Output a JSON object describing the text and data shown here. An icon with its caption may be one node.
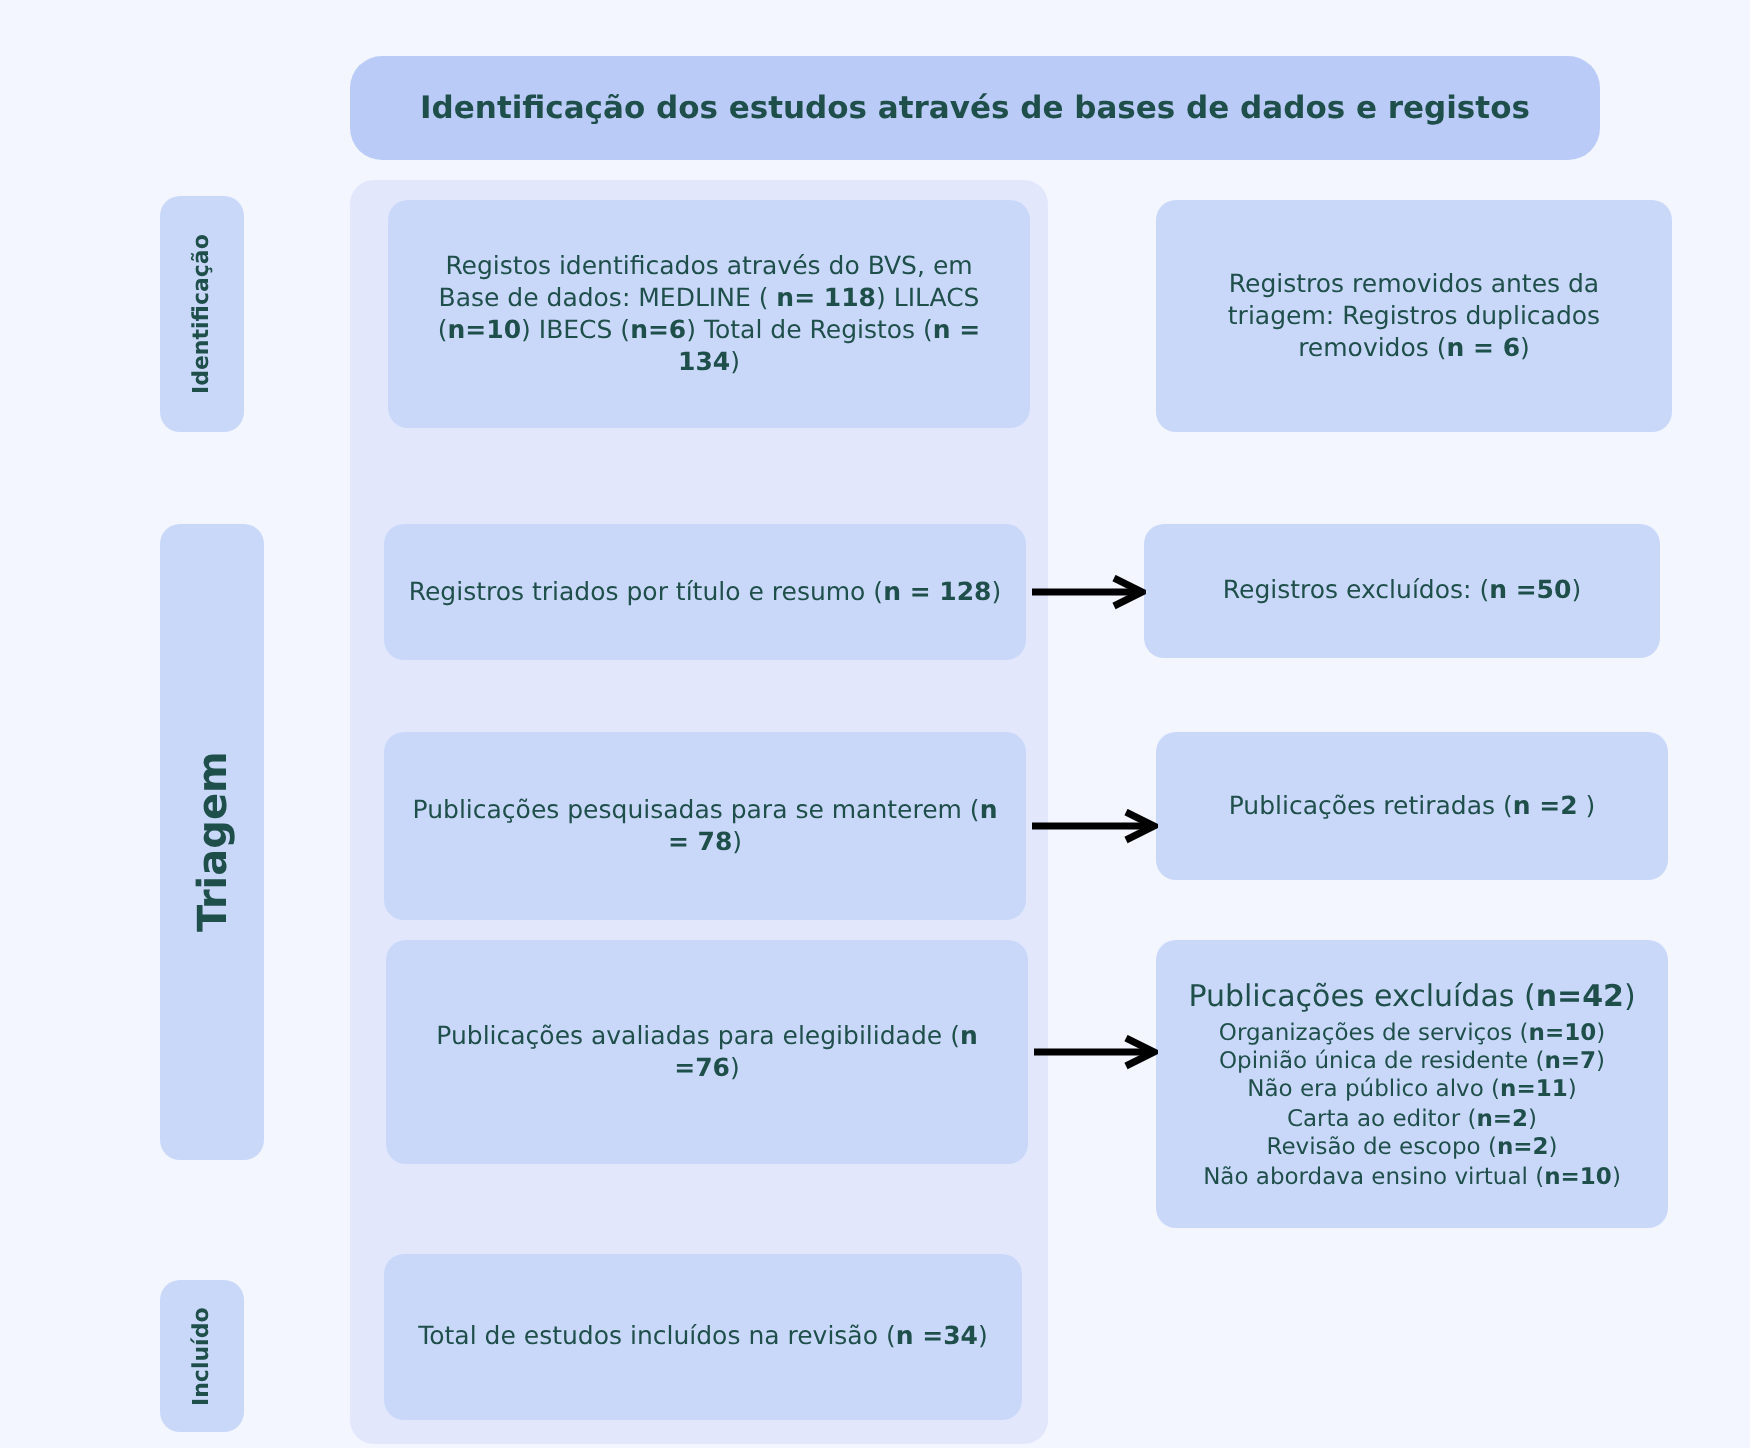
{
  "diagram": {
    "nodes": [
      {
        "text": [
          "Identificação dos estudos através de bases de dados e registos"
        ]
      },
      {
        "text": [
          "Identificação"
        ]
      },
      {
        "text": [],
        "shape": "box"
      },
      {
        "text": [
          "Registos identificados através do BVS, em Base de dados: MEDLINE ( **n= 118**) LILACS (**n=10**) IBECS (**n=6**) Total de Registos (**n = 134**)"
        ],
        "in": 2
      },
      {
        "text": [
          "Registros removidos antes da triagem: Registros duplicados removidos (**n = 6**)"
        ]
      },
      {
        "text": [
          "Triagem"
        ]
      },
      {
        "text": [
          "Registros triados por título e resumo (**n = 128**)"
        ],
        "in": 2
      },
      {
        "text": [
          "Registros excluídos: (**n =50**)"
        ]
      },
      {
        "text": [
          "Publicações pesquisadas para se manterem (**n = 78**)"
        ],
        "in": 2
      },
      {
        "text": [
          "Publicações retiradas (**n =2** )"
        ]
      },
      {
        "text": [
          "Publicações avaliadas para elegibilidade (**n =76**)"
        ],
        "in": 2
      },
      {
        "text": [
          "Publicações excluídas (**n=42**)",
          "Organizações de serviços (**n=10**)",
          "Opinião única de residente (**n=7**)",
          "Não era público alvo (**n=11**)",
          "Carta ao editor (**n=2**)",
          "Revisão de escopo (**n=2**)",
          "Não abordava ensino virtual (**n=10**)"
        ]
      },
      {
        "text": [
          "Incluído"
        ]
      },
      {
        "text": [
          "Total de estudos incluídos na revisão (**n =34**)"
        ],
        "in": 2
      }
    ],
    "edges": [
      {
        "from": 6,
        "to": 7,
        "arrow": "to"
      },
      {
        "from": 8,
        "to": 9,
        "arrow": "to"
      },
      {
        "from": 10,
        "to": 11,
        "arrow": "to"
      }
    ]
  }
}
